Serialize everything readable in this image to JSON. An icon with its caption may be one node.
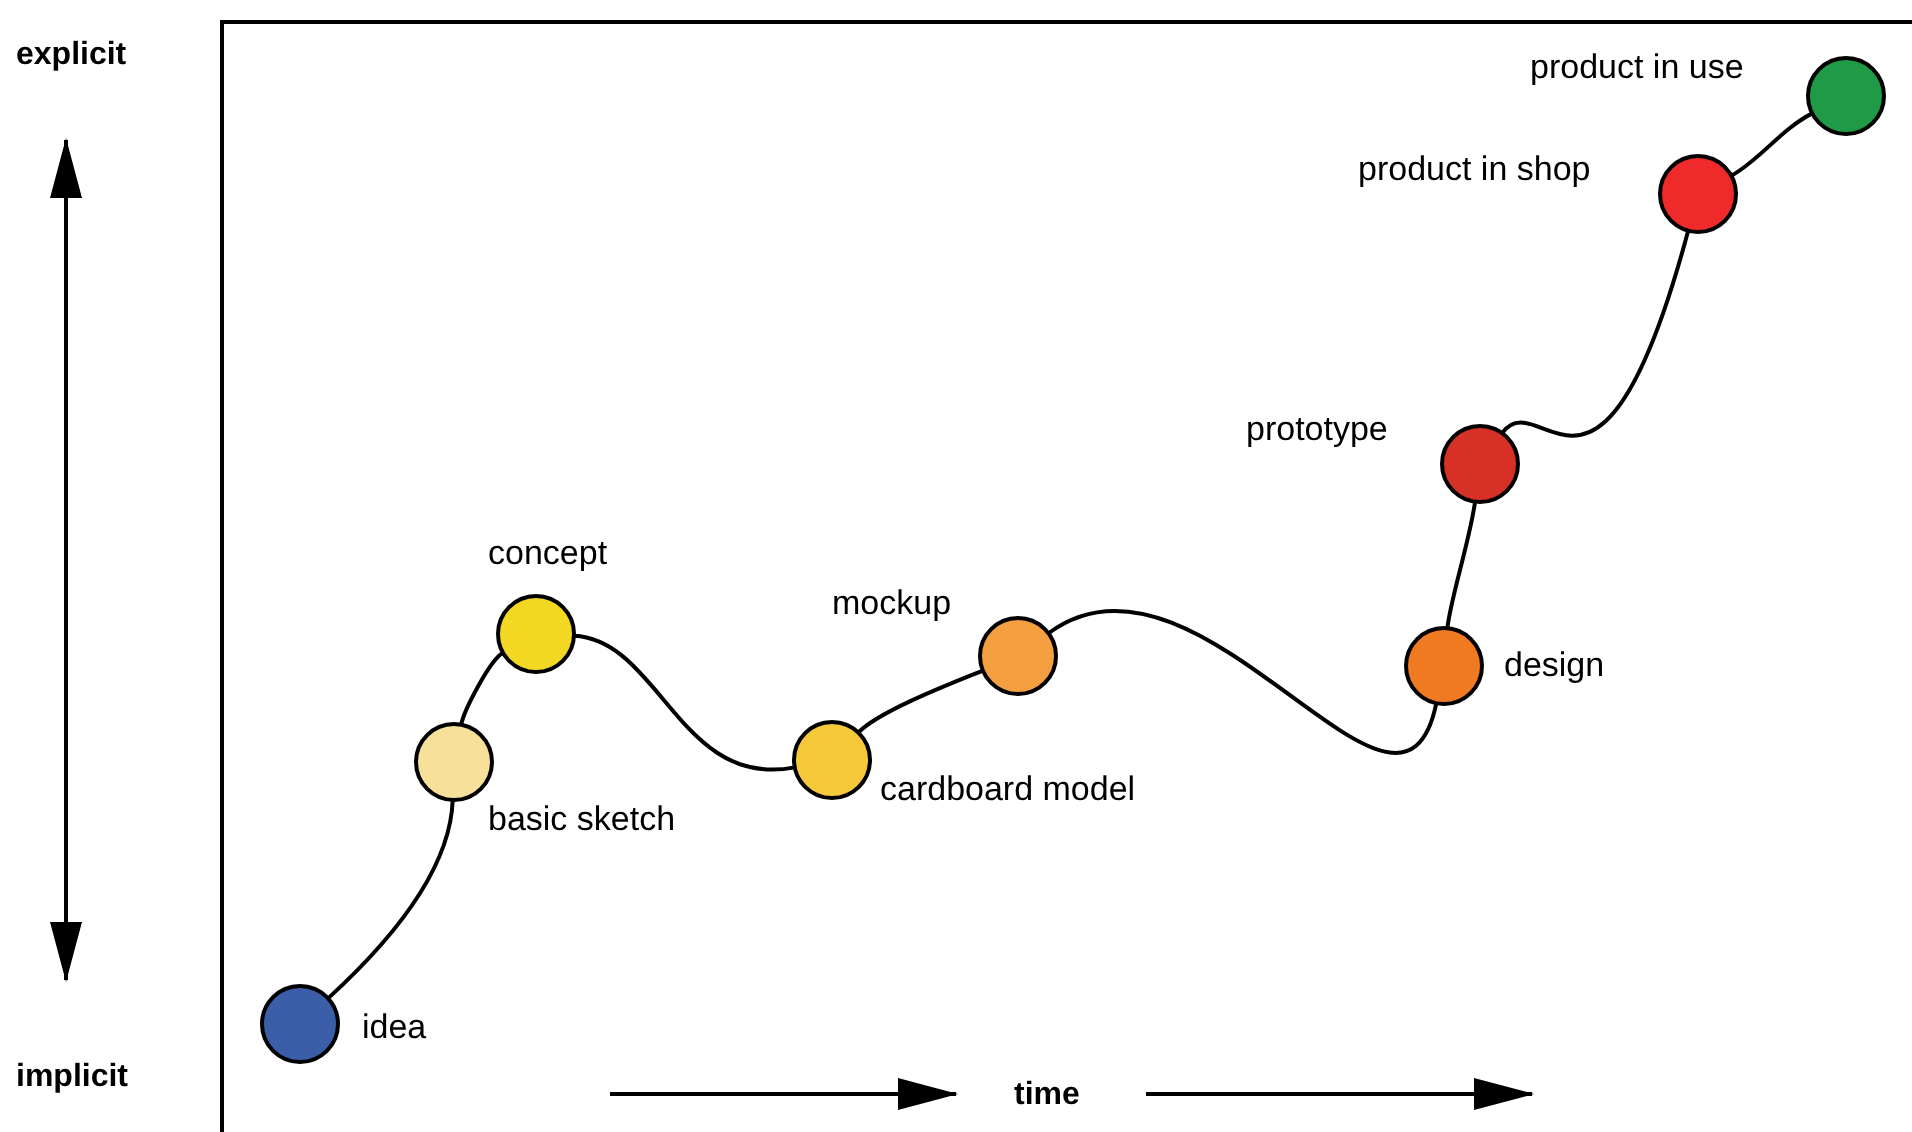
{
  "diagram": {
    "nodes": [
      {
        "text": [],
        "shape": "circle",
        "beside": [
          "idea"
        ]
      },
      {
        "text": [],
        "shape": "circle",
        "beside": [
          "basic sketch"
        ]
      },
      {
        "text": [],
        "shape": "circle",
        "beside": [
          "concept"
        ]
      },
      {
        "text": [],
        "shape": "circle",
        "beside": [
          "cardboard model"
        ]
      },
      {
        "text": [],
        "shape": "circle",
        "beside": [
          "mockup"
        ]
      },
      {
        "text": [],
        "shape": "circle",
        "beside": [
          "design"
        ]
      },
      {
        "text": [],
        "shape": "circle",
        "beside": [
          "prototype"
        ]
      },
      {
        "text": [],
        "shape": "circle",
        "beside": [
          "product in shop"
        ]
      },
      {
        "text": [],
        "shape": "circle",
        "beside": [
          "product in use"
        ]
      }
    ],
    "edges": [
      {
        "from": 0,
        "to": 1,
        "arrow": "none"
      },
      {
        "from": 1,
        "to": 2,
        "arrow": "none"
      },
      {
        "from": 2,
        "to": 3,
        "arrow": "none"
      },
      {
        "from": 3,
        "to": 4,
        "arrow": "none"
      },
      {
        "from": 4,
        "to": 5,
        "arrow": "none"
      },
      {
        "from": 5,
        "to": 6,
        "arrow": "none"
      },
      {
        "from": 6,
        "to": 7,
        "arrow": "none"
      },
      {
        "from": 7,
        "to": 8,
        "arrow": "none"
      }
    ],
    "labels": [
      "explicit",
      "implicit",
      "time"
    ]
  }
}
